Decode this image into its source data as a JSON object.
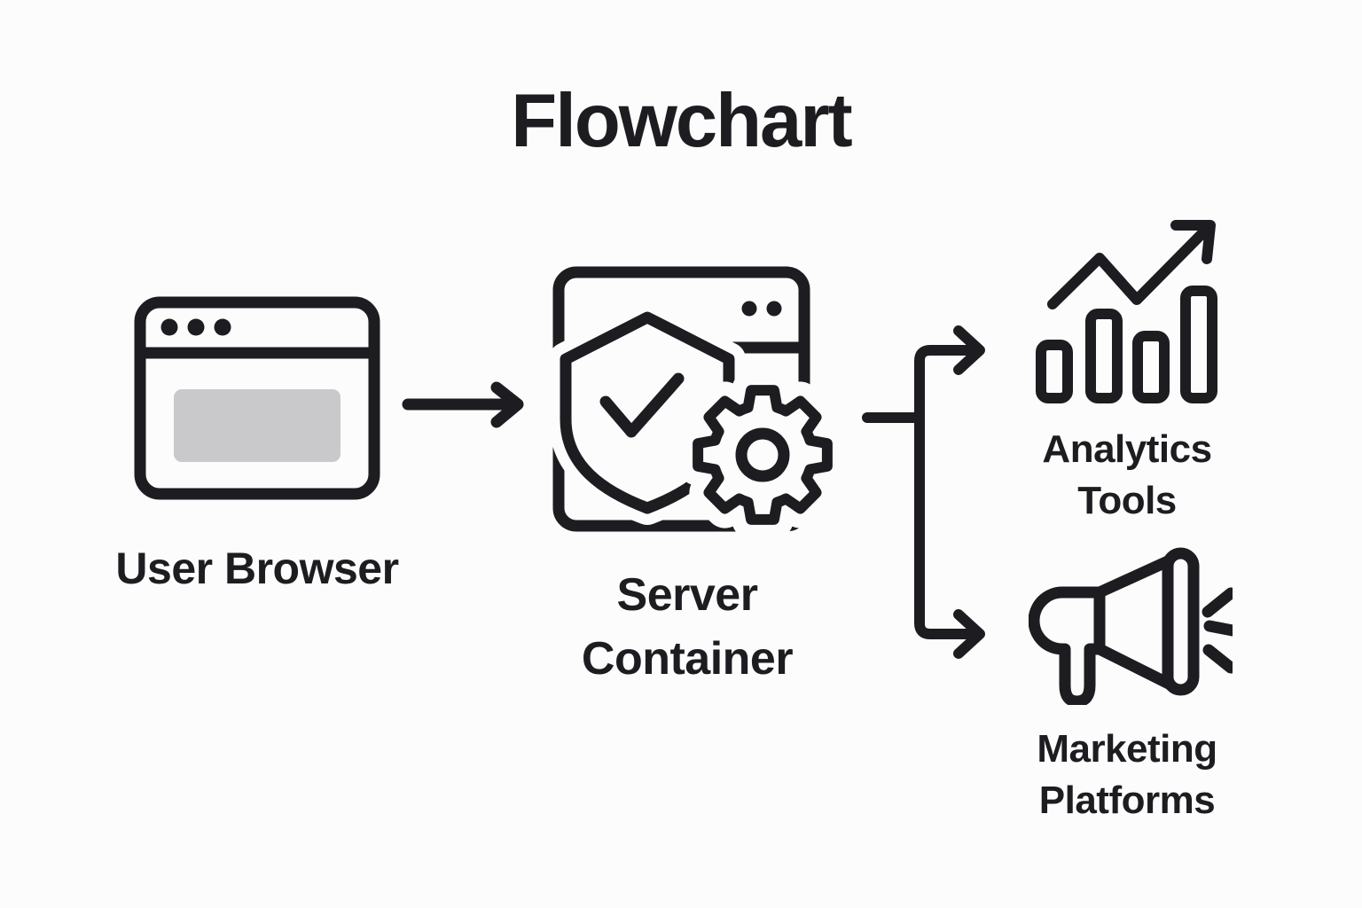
{
  "title": "Flowchart",
  "nodes": {
    "user_browser": {
      "label_lines": [
        "User Browser"
      ],
      "icon": "browser-window-icon"
    },
    "server_container": {
      "label_lines": [
        "Server",
        "Container"
      ],
      "icon": "shield-check-gear-icon"
    },
    "analytics_tools": {
      "label_lines": [
        "Analytics",
        "Tools"
      ],
      "icon": "bar-chart-trend-up-icon"
    },
    "marketing_platforms": {
      "label_lines": [
        "Marketing",
        "Platforms"
      ],
      "icon": "megaphone-icon"
    }
  },
  "connections": [
    {
      "from": "user_browser",
      "to": "server_container"
    },
    {
      "from": "server_container",
      "to": "analytics_tools"
    },
    {
      "from": "server_container",
      "to": "marketing_platforms"
    }
  ],
  "colors": {
    "ink": "#1d1d21",
    "background": "#fcfcfc",
    "browser_content_fill": "#c9c9cb"
  }
}
